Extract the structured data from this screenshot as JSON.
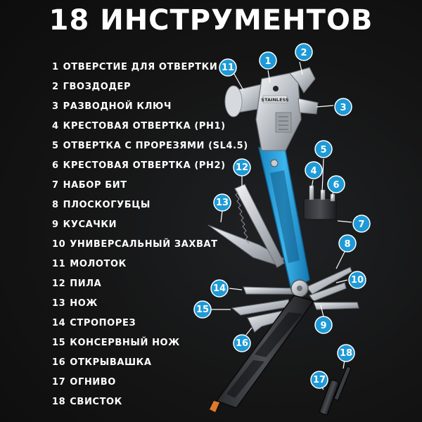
{
  "title": "18 ИНСТРУМЕНТОВ",
  "items": [
    {
      "num": "1",
      "label": "ОТВЕРСТИЕ ДЛЯ ОТВЕРТКИ"
    },
    {
      "num": "2",
      "label": "ГВОЗДОДЕР"
    },
    {
      "num": "3",
      "label": "РАЗВОДНОЙ КЛЮЧ"
    },
    {
      "num": "4",
      "label": "КРЕСТОВАЯ ОТВЕРТКА (PH1)"
    },
    {
      "num": "5",
      "label": "ОТВЕРТКА С ПРОРЕЗЯМИ (SL4.5)"
    },
    {
      "num": "6",
      "label": "КРЕСТОВАЯ ОТВЕРТКА (PH2)"
    },
    {
      "num": "7",
      "label": "НАБОР БИТ"
    },
    {
      "num": "8",
      "label": "ПЛОСКОГУБЦЫ"
    },
    {
      "num": "9",
      "label": "КУСАЧКИ"
    },
    {
      "num": "10",
      "label": "УНИВЕРСАЛЬНЫЙ ЗАХВАТ"
    },
    {
      "num": "11",
      "label": "МОЛОТОК"
    },
    {
      "num": "12",
      "label": "ПИЛА"
    },
    {
      "num": "13",
      "label": "НОЖ"
    },
    {
      "num": "14",
      "label": "СТРОПОРЕЗ"
    },
    {
      "num": "15",
      "label": "КОНСЕРВНЫЙ НОЖ"
    },
    {
      "num": "16",
      "label": "ОТКРЫВАШКА"
    },
    {
      "num": "17",
      "label": "ОГНИВО"
    },
    {
      "num": "18",
      "label": "СВИСТОК"
    }
  ],
  "engraving": "STAINLESS",
  "badges": [
    "1",
    "2",
    "3",
    "4",
    "5",
    "6",
    "7",
    "8",
    "9",
    "10",
    "11",
    "12",
    "13",
    "14",
    "15",
    "16",
    "17",
    "18"
  ],
  "colors": {
    "accent": "#1e9ad6",
    "background": "#121212",
    "text": "#ffffff",
    "steel": "#c8ccd0"
  },
  "icons": [
    "multitool-illustration",
    "callout-badge"
  ]
}
